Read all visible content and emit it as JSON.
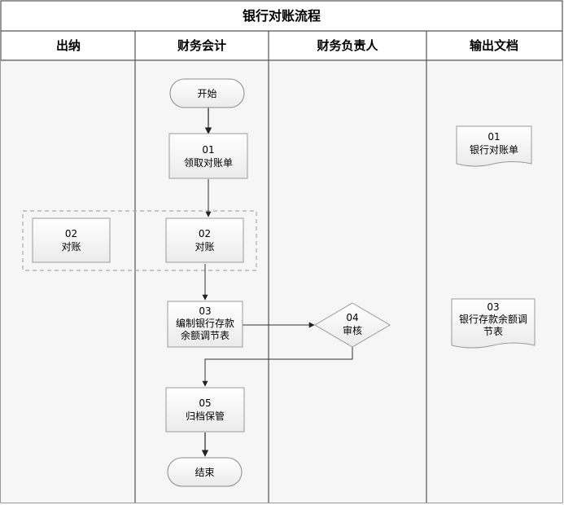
{
  "title": "银行对账流程",
  "lanes": [
    "出纳",
    "财务会计",
    "财务负责人",
    "输出文档"
  ],
  "nodes": {
    "start": "开始",
    "n01": {
      "num": "01",
      "label": "领取对账单"
    },
    "n02_cashier": {
      "num": "02",
      "label": "对账"
    },
    "n02_acct": {
      "num": "02",
      "label": "对账"
    },
    "n03": {
      "num": "03",
      "line1": "编制银行存款",
      "line2": "余额调节表"
    },
    "n04": {
      "num": "04",
      "label": "审核"
    },
    "n05": {
      "num": "05",
      "label": "归档保管"
    },
    "end": "结束"
  },
  "documents": {
    "d01": {
      "num": "01",
      "label": "银行对账单"
    },
    "d03": {
      "num": "03",
      "line1": "银行存款余额调",
      "line2": "节表"
    }
  },
  "colors": {
    "lane_body": "#f6f6f6",
    "header_fill": "#ffffff",
    "border": "#555555",
    "node_fill": "#f2f2f2",
    "node_stroke": "#9a9a9a",
    "arrow": "#333333",
    "dashed_group": "#aaaaaa"
  }
}
